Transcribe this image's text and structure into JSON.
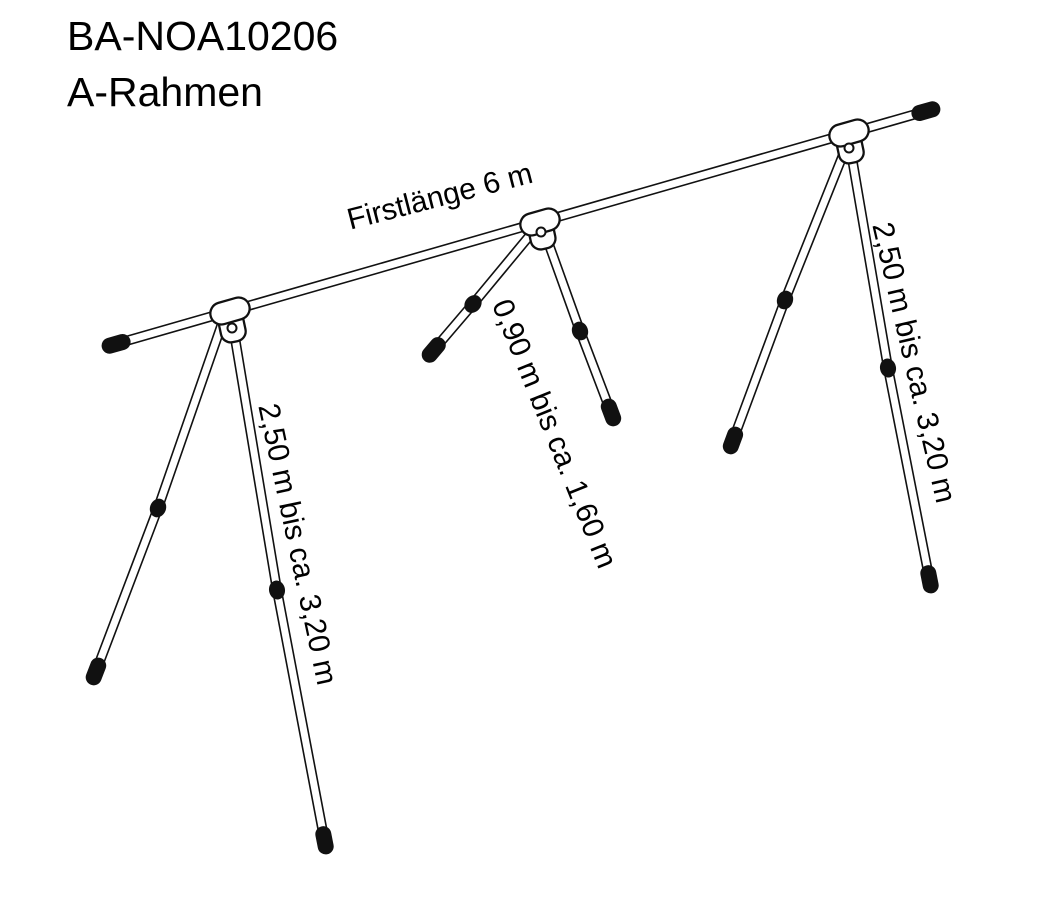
{
  "header": {
    "title": "BA-NOA10206",
    "subtitle": "A-Rahmen"
  },
  "diagram": {
    "type": "technical-line-drawing",
    "subject": "A-frame stand with ridge pole, two tall outer A-frames and one short middle support",
    "labels": {
      "ridge_length": "Firstlänge 6 m",
      "left_frame_height": "2,50 m bis ca. 3,20 m",
      "middle_support_height": "0,90 m bis ca. 1,60 m",
      "right_frame_height": "2,50 m bis ca. 3,20 m"
    },
    "colors": {
      "ink": "#111111",
      "text": "#000000",
      "background": "#ffffff"
    }
  }
}
